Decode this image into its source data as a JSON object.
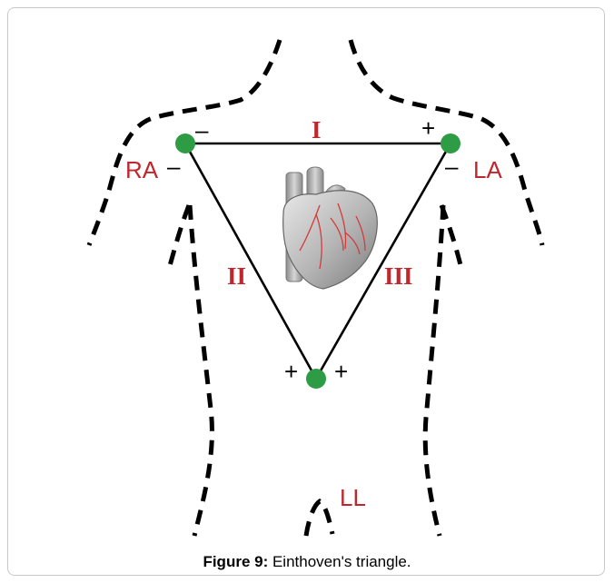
{
  "figure": {
    "caption_prefix": "Figure 9:",
    "caption_text": " Einthoven's triangle."
  },
  "electrodes": {
    "ra": "RA",
    "la": "LA",
    "ll": "LL"
  },
  "leads": {
    "i": "I",
    "ii": "II",
    "iii": "III"
  },
  "polarity": {
    "ra_lead1": "–",
    "ra_lead2": "–",
    "la_lead1": "+",
    "la_lead3": "–",
    "ll_lead2": "+",
    "ll_lead3": "+"
  },
  "colors": {
    "electrode": "#2e9c45",
    "label_red": "#c0272d",
    "heart_gray": "#9a9a9a",
    "vessel_red": "#d43a3a"
  },
  "icons": [
    "heart-illustration"
  ]
}
